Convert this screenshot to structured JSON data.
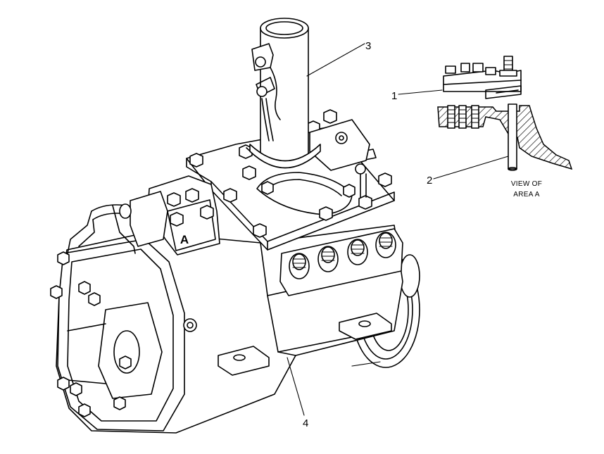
{
  "diagram": {
    "callouts": [
      {
        "id": "callout-1",
        "label": "1"
      },
      {
        "id": "callout-2",
        "label": "2"
      },
      {
        "id": "callout-3",
        "label": "3"
      },
      {
        "id": "callout-4",
        "label": "4"
      }
    ],
    "area_marker": "A",
    "detail_caption_line1": "VIEW OF",
    "detail_caption_line2": "AREA A"
  }
}
